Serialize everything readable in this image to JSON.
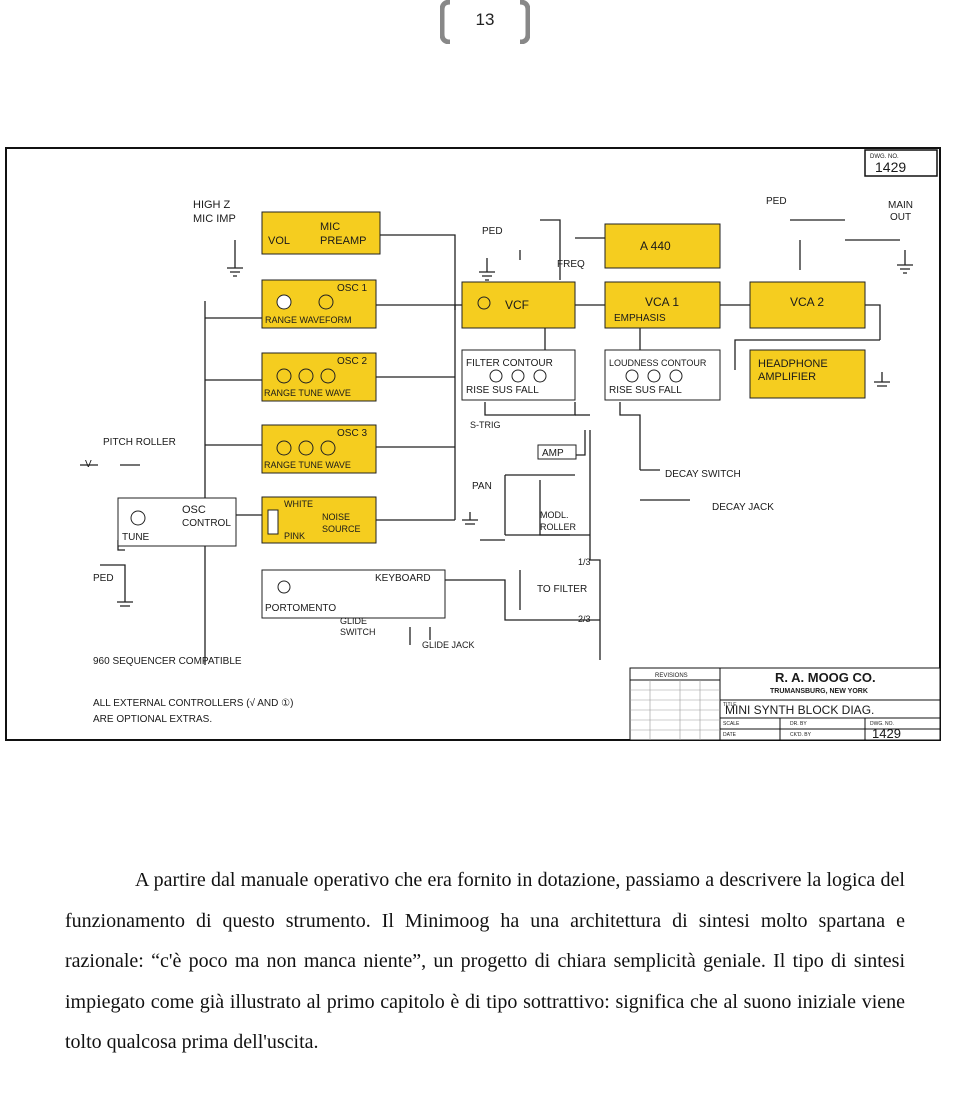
{
  "page": {
    "number": "13"
  },
  "diagram": {
    "dwg_no_label": "DWG. NO.",
    "dwg_no": "1429",
    "blocks": {
      "mic_preamp": [
        "VOL",
        "MIC",
        "PREAMP"
      ],
      "osc1": {
        "title": "OSC 1",
        "labels": "RANGE  WAVEFORM"
      },
      "osc2": {
        "title": "OSC 2",
        "labels": "RANGE TUNE WAVE"
      },
      "osc3": {
        "title": "OSC 3",
        "labels": "RANGE TUNE WAVE"
      },
      "noise": {
        "white": "WHITE",
        "noise": "NOISE",
        "source": "SOURCE",
        "pink": "PINK"
      },
      "vcf": "VCF",
      "a440": "A 440",
      "vca1": {
        "title": "VCA 1",
        "sub": "EMPHASIS"
      },
      "vca2": "VCA 2",
      "filter_contour": {
        "title": "FILTER CONTOUR",
        "sub": "RISE SUS FALL"
      },
      "loudness_contour": {
        "title": "LOUDNESS CONTOUR",
        "sub": "RISE SUS FALL"
      },
      "headphone": [
        "HEADPHONE",
        "AMPLIFIER"
      ],
      "osc_control": [
        "OSC",
        "CONTROL"
      ],
      "tune": "TUNE",
      "keyboard": "KEYBOARD",
      "portomento": "PORTOMENTO"
    },
    "labels": {
      "high_z": "HIGH Z",
      "mic_imp": "MIC IMP",
      "ped_1": "PED",
      "freq": "FREQ",
      "ped_2": "PED",
      "main_out": [
        "MAIN",
        "OUT"
      ],
      "pitch_roller": "PITCH ROLLER",
      "v": "V",
      "ped_3": "PED",
      "s_trig": "S-TRIG",
      "amp": "AMP",
      "pan": "PAN",
      "modl_roller": [
        "MODL.",
        "ROLLER"
      ],
      "decay_switch": "DECAY SWITCH",
      "decay_jack": "DECAY JACK",
      "to_filter": "TO FILTER",
      "one_third": "1/3",
      "two_thirds": "2/3",
      "glide_switch": [
        "GLIDE",
        "SWITCH"
      ],
      "glide_jack": "GLIDE JACK",
      "sequencer": "960 SEQUENCER COMPATIBLE",
      "external_1": "ALL EXTERNAL CONTROLLERS (√ AND ①)",
      "external_2": "ARE OPTIONAL EXTRAS."
    },
    "title_block": {
      "revisions": "REVISIONS",
      "company": "R. A. MOOG CO.",
      "location": "TRUMANSBURG, NEW YORK",
      "title_label": "TITLE",
      "title": "MINI SYNTH  BLOCK DIAG.",
      "scale": "SCALE",
      "dr_by": "DR. BY",
      "dwg_no_label": "DWG. NO.",
      "date": "DATE",
      "ckd_by": "CK'D. BY",
      "dwg_no": "1429"
    }
  },
  "body": {
    "paragraph": "A partire dal manuale operativo che era fornito in dotazione, passiamo a descrivere la logica del funzionamento di questo strumento. Il Minimoog ha una architettura di sintesi molto spartana e razionale: “c'è poco ma non manca niente”, un progetto di chiara semplicità geniale. Il tipo di sintesi impiegato come già illustrato al primo capitolo è di tipo sottrattivo: significa che al suono iniziale viene tolto qualcosa prima dell'uscita."
  }
}
